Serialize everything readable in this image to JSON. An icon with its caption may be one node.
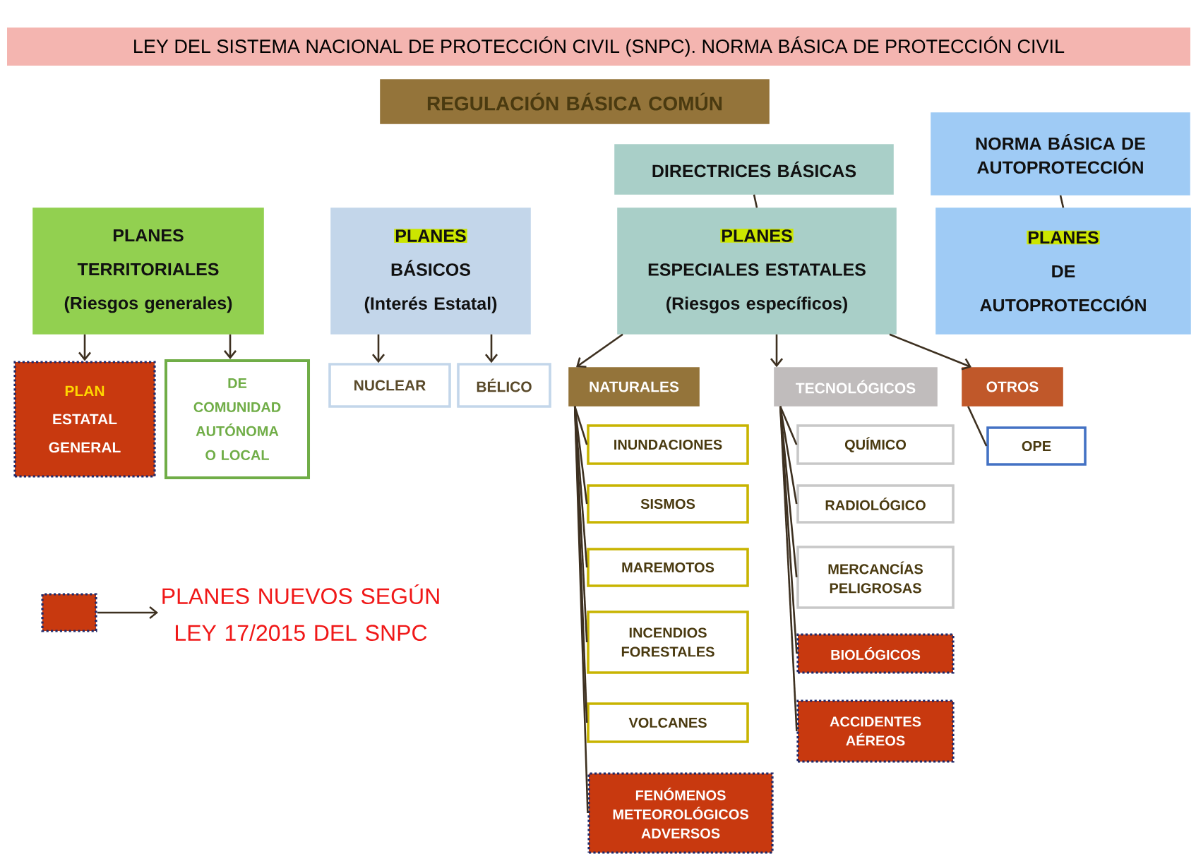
{
  "diagram": {
    "title": "LEY DEL SISTEMA NACIONAL DE PROTECCIÓN CIVIL (SNPC). NORMA BÁSICA DE PROTECCIÓN CIVIL",
    "nodes": [
      {
        "text": [
          "REGULACIÓN BÁSICA COMÚN"
        ]
      },
      {
        "text": [
          "PLANES",
          "TERRITORIALES",
          "(Riesgos generales)"
        ]
      },
      {
        "text": [
          "PLANES",
          "BÁSICOS",
          "(Interés Estatal)"
        ]
      },
      {
        "text": [
          "DIRECTRICES BÁSICAS"
        ]
      },
      {
        "text": [
          "PLANES",
          "ESPECIALES ESTATALES",
          "(Riesgos específicos)"
        ]
      },
      {
        "text": [
          "NORMA BÁSICA DE AUTOPROTECCIÓN"
        ]
      },
      {
        "text": [
          "PLANES",
          "DE",
          "AUTOPROTECCIÓN"
        ]
      },
      {
        "text": [
          "PLAN",
          "ESTATAL GENERAL"
        ]
      },
      {
        "text": [
          "DE COMUNIDAD AUTÓNOMA O LOCAL"
        ]
      },
      {
        "text": [
          "NUCLEAR"
        ]
      },
      {
        "text": [
          "BÉLICO"
        ]
      },
      {
        "text": [
          "NATURALES"
        ]
      },
      {
        "text": [
          "TECNOLÓGICOS"
        ]
      },
      {
        "text": [
          "OTROS"
        ]
      },
      {
        "text": [
          "INUNDACIONES"
        ]
      },
      {
        "text": [
          "SISMOS"
        ]
      },
      {
        "text": [
          "MAREMOTOS"
        ]
      },
      {
        "text": [
          "INCENDIOS FORESTALES"
        ]
      },
      {
        "text": [
          "VOLCANES"
        ]
      },
      {
        "text": [
          "FENÓMENOS METEOROLÓGICOS ADVERSOS"
        ]
      },
      {
        "text": [
          "QUÍMICO"
        ]
      },
      {
        "text": [
          "RADIOLÓGICO"
        ]
      },
      {
        "text": [
          "MERCANCÍAS PELIGROSAS"
        ]
      },
      {
        "text": [
          "BIOLÓGICOS"
        ]
      },
      {
        "text": [
          "ACCIDENTES AÉREOS"
        ]
      },
      {
        "text": [
          "OPE"
        ]
      }
    ],
    "edges": [
      {
        "from": 1,
        "to": 7,
        "arrow": "to"
      },
      {
        "from": 1,
        "to": 8,
        "arrow": "to"
      },
      {
        "from": 2,
        "to": 9,
        "arrow": "to"
      },
      {
        "from": 2,
        "to": 10,
        "arrow": "to"
      },
      {
        "from": 3,
        "to": 4,
        "arrow": "none"
      },
      {
        "from": 5,
        "to": 6,
        "arrow": "none"
      },
      {
        "from": 4,
        "to": 11,
        "arrow": "to"
      },
      {
        "from": 4,
        "to": 12,
        "arrow": "to"
      },
      {
        "from": 4,
        "to": 13,
        "arrow": "to"
      },
      {
        "from": 11,
        "to": 14,
        "arrow": "none"
      },
      {
        "from": 11,
        "to": 15,
        "arrow": "none"
      },
      {
        "from": 11,
        "to": 16,
        "arrow": "none"
      },
      {
        "from": 11,
        "to": 17,
        "arrow": "none"
      },
      {
        "from": 11,
        "to": 18,
        "arrow": "none"
      },
      {
        "from": 11,
        "to": 19,
        "arrow": "none"
      },
      {
        "from": 12,
        "to": 20,
        "arrow": "none"
      },
      {
        "from": 12,
        "to": 21,
        "arrow": "none"
      },
      {
        "from": 12,
        "to": 22,
        "arrow": "none"
      },
      {
        "from": 12,
        "to": 23,
        "arrow": "none"
      },
      {
        "from": 12,
        "to": 24,
        "arrow": "none"
      },
      {
        "from": 13,
        "to": 25,
        "arrow": "none"
      }
    ],
    "legend": [
      {
        "text": "PLANES NUEVOS SEGÚN LEY 17/2015 DEL SNPC",
        "color": "#c8390f"
      }
    ]
  }
}
